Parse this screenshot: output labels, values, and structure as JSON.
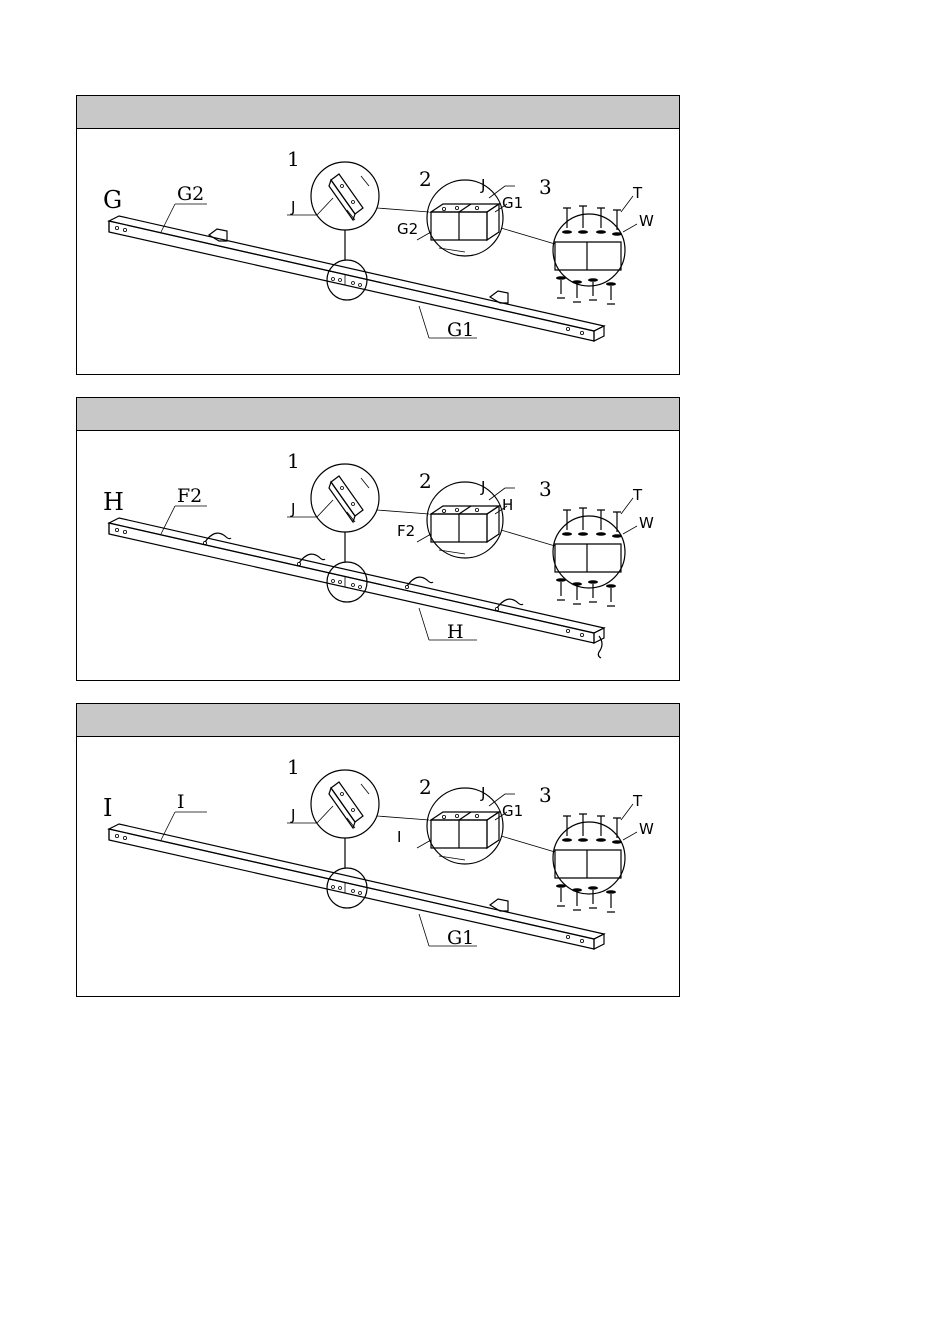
{
  "panels": [
    {
      "id": "G",
      "letter": "G",
      "part_label": "G2",
      "bottom_label": "G1",
      "step1": "1",
      "step2": "2",
      "step3": "3",
      "detail1_label": "J",
      "detail2_top_label": "J",
      "detail2_right_label": "G1",
      "detail2_left_label": "G2",
      "bolt_label": "T",
      "washer_label": "W",
      "variant": "brackets"
    },
    {
      "id": "H",
      "letter": "H",
      "part_label": "F2",
      "bottom_label": "H",
      "step1": "1",
      "step2": "2",
      "step3": "3",
      "detail1_label": "J",
      "detail2_top_label": "J",
      "detail2_right_label": "H",
      "detail2_left_label": "F2",
      "bolt_label": "T",
      "washer_label": "W",
      "variant": "hooks"
    },
    {
      "id": "I",
      "letter": "I",
      "part_label": "I",
      "bottom_label": "G1",
      "step1": "1",
      "step2": "2",
      "step3": "3",
      "detail1_label": "J",
      "detail2_top_label": "J",
      "detail2_right_label": "G1",
      "detail2_left_label": "I",
      "bolt_label": "T",
      "washer_label": "W",
      "variant": "single-bracket"
    }
  ]
}
